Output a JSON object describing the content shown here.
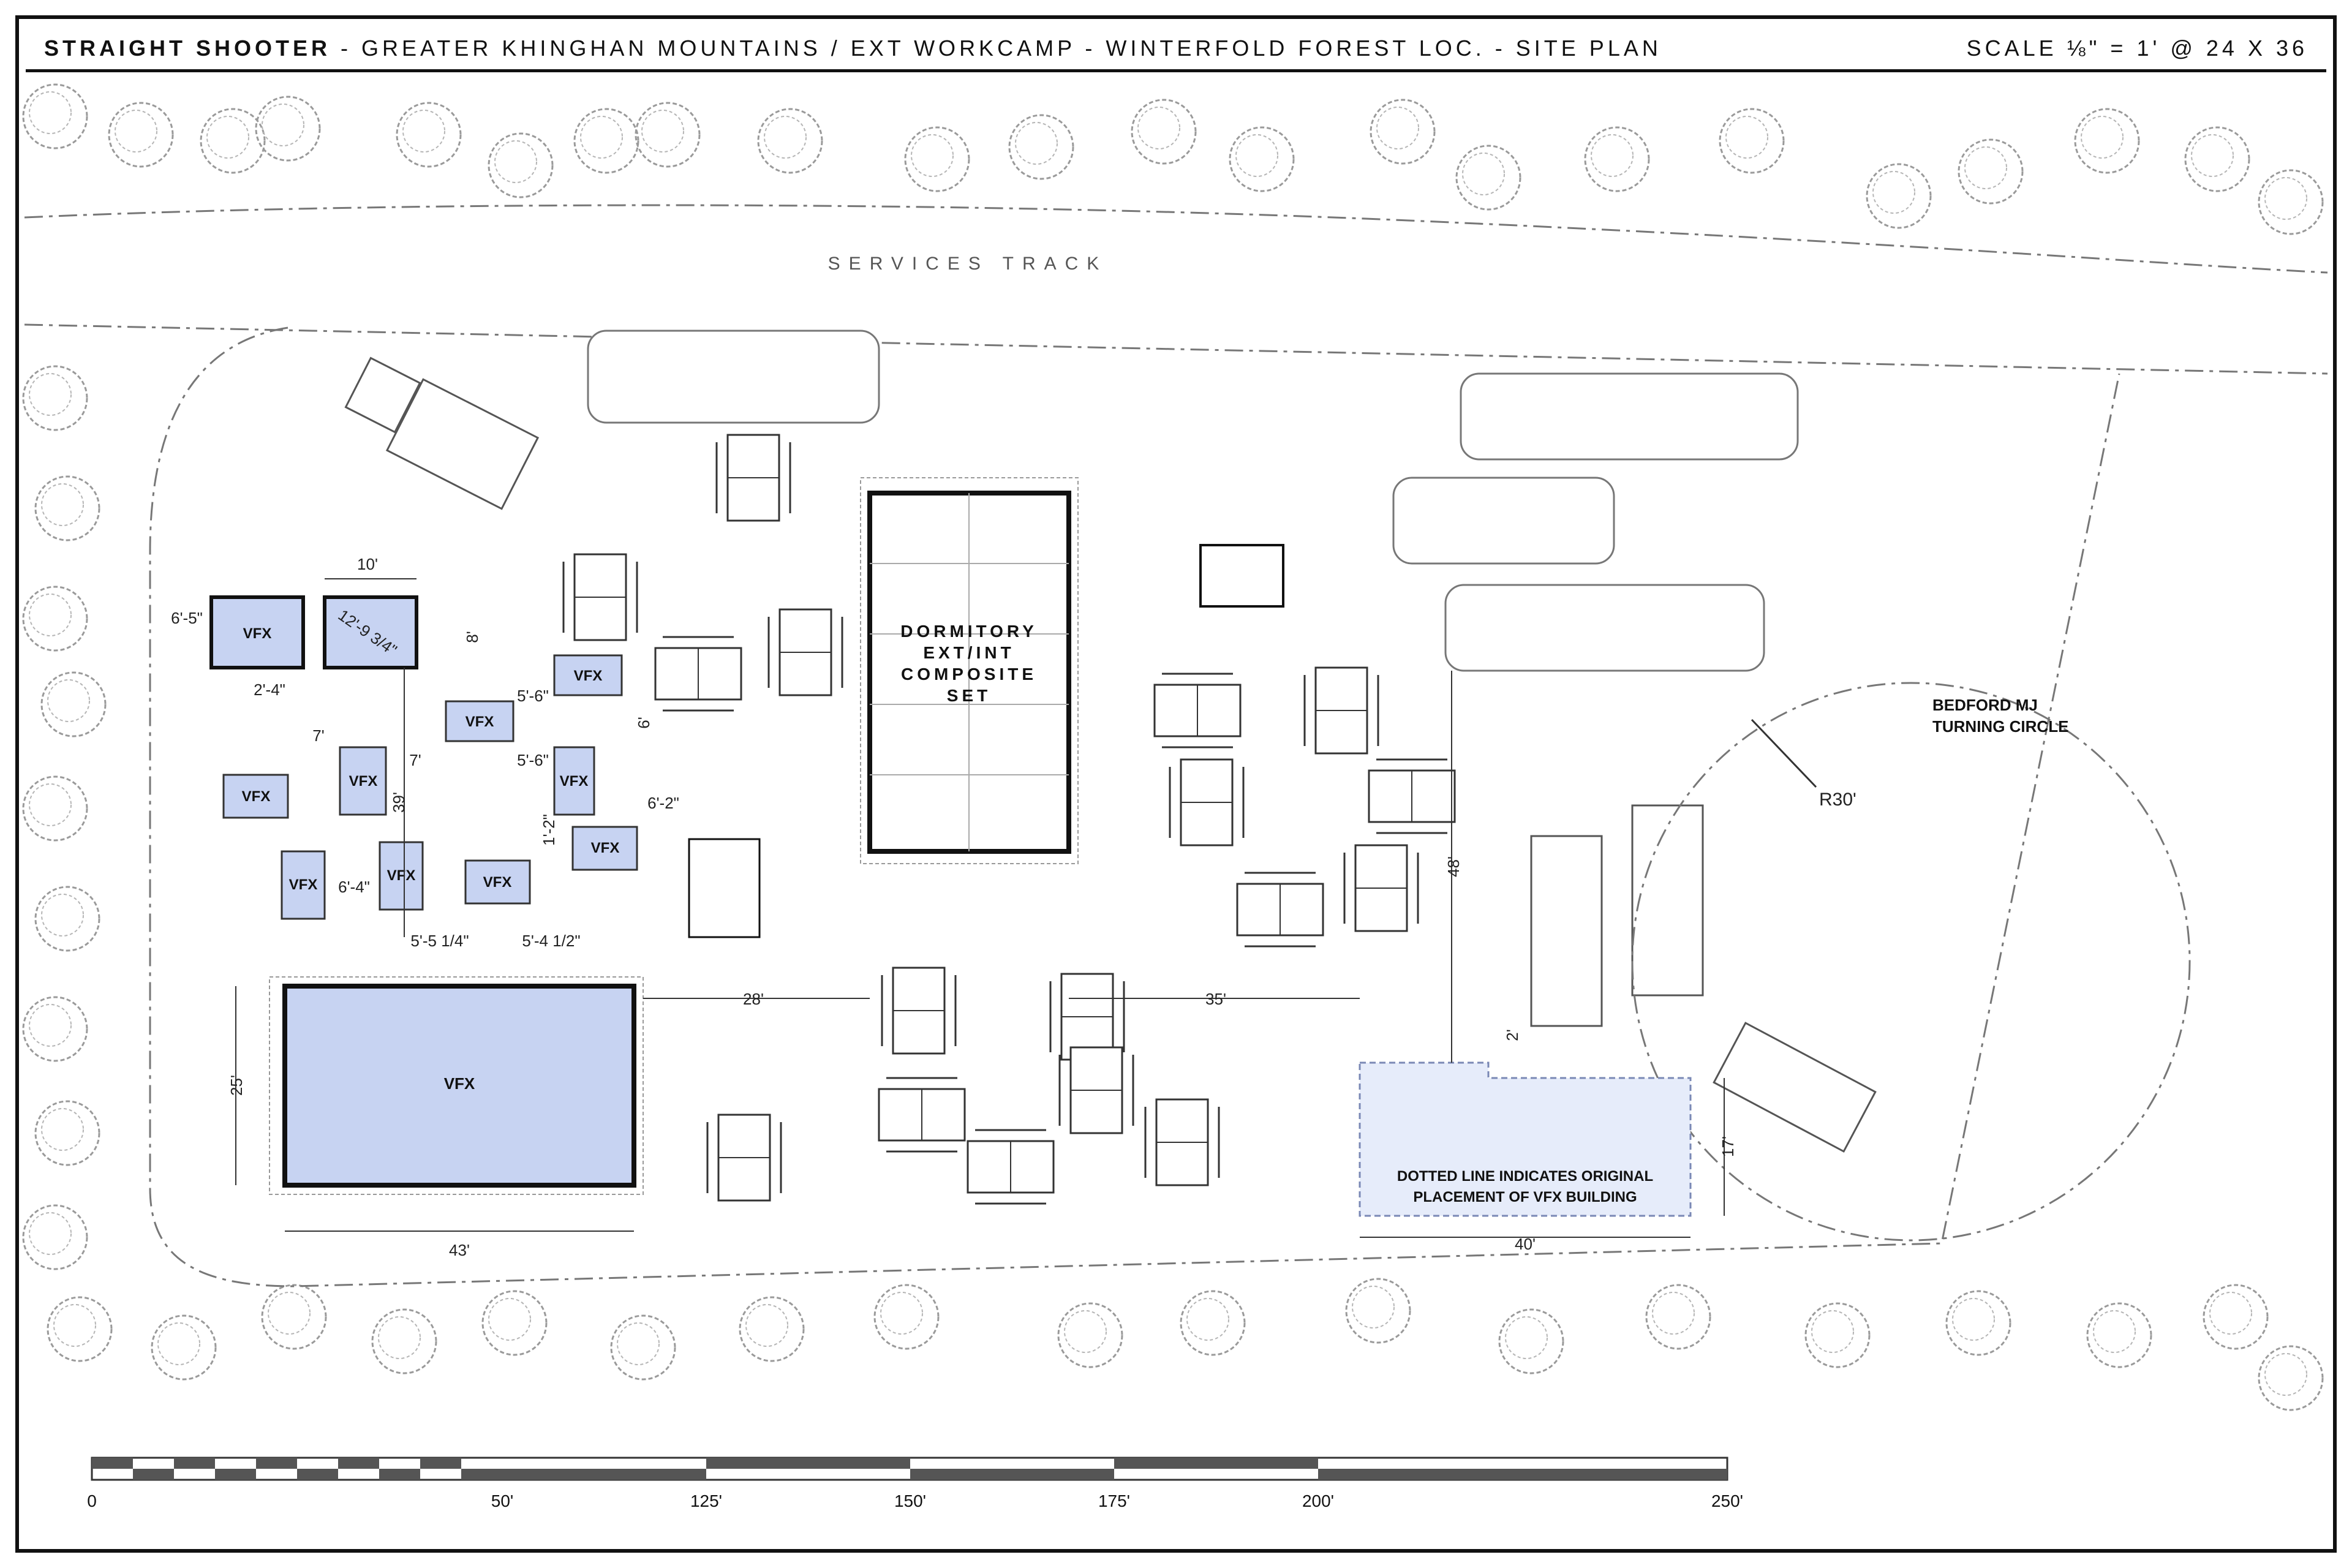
{
  "title": {
    "project": "STRAIGHT SHOOTER",
    "description": " - GREATER KHINGHAN MOUNTAINS / EXT WORKCAMP - WINTERFOLD FOREST LOC. - SITE PLAN",
    "scale": "SCALE ⅛\" = 1' @ 24 X 36"
  },
  "labels": {
    "services_track": "SERVICES TRACK",
    "dormitory_1": "DORMITORY",
    "dormitory_2": "EXT/INT",
    "dormitory_3": "COMPOSITE",
    "dormitory_4": "SET",
    "turning_1": "BEDFORD MJ",
    "turning_2": "TURNING CIRCLE",
    "radius": "R30'",
    "note_1": "DOTTED LINE INDICATES ORIGINAL",
    "note_2": "PLACEMENT OF VFX BUILDING",
    "vfx": "VFX"
  },
  "dimensions": {
    "d10": "10'",
    "d6_5": "6'-5\"",
    "d8": "8'",
    "d12_9": "12'-9 3/4\"",
    "d2_4": "2'-4\"",
    "d5_6a": "5'-6\"",
    "d7a": "7'",
    "d7b": "7'",
    "d5_6b": "5'-6\"",
    "d6": "6'",
    "d39": "39'",
    "d6_2": "6'-2\"",
    "d1_2": "1'-2\"",
    "d6_4": "6'-4\"",
    "d5_5": "5'-5 1/4\"",
    "d5_4": "5'-4 1/2\"",
    "d25": "25'",
    "d43": "43'",
    "d28": "28'",
    "d35": "35'",
    "d48": "48'",
    "d2": "2'",
    "d17": "17'",
    "d40": "40'"
  },
  "scale_bar": {
    "ticks": [
      "0",
      "50'",
      "125'",
      "150'",
      "175'",
      "200'",
      "250'"
    ]
  },
  "colors": {
    "vfx_fill": "#c7d3f2",
    "vfx_ghost_fill": "#e6ecfa",
    "line": "#222222",
    "tree": "#9a9a9a"
  }
}
